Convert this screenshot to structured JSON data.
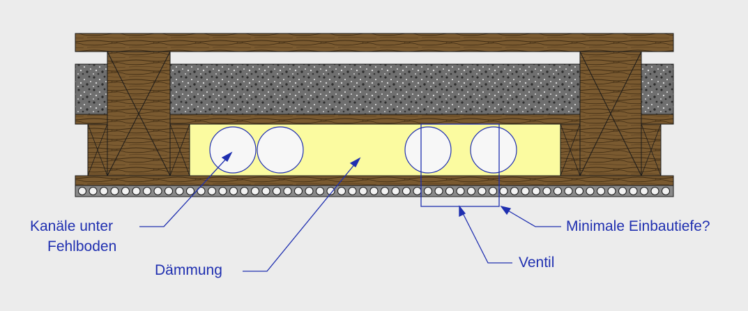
{
  "labels": {
    "kanaele_line1": "Kanäle unter",
    "kanaele_line2": "Fehlboden",
    "daemmung": "Dämmung",
    "ventil": "Ventil",
    "einbautiefe": "Minimale Einbautiefe?"
  },
  "colors": {
    "background": "#ececec",
    "wood": "#7a5a30",
    "wood_grain": "#3d2a12",
    "gravel": "#6f6f6f",
    "insulation": "#fbfba0",
    "duct": "#f7f7f7",
    "annotation": "#1f2fb0"
  }
}
